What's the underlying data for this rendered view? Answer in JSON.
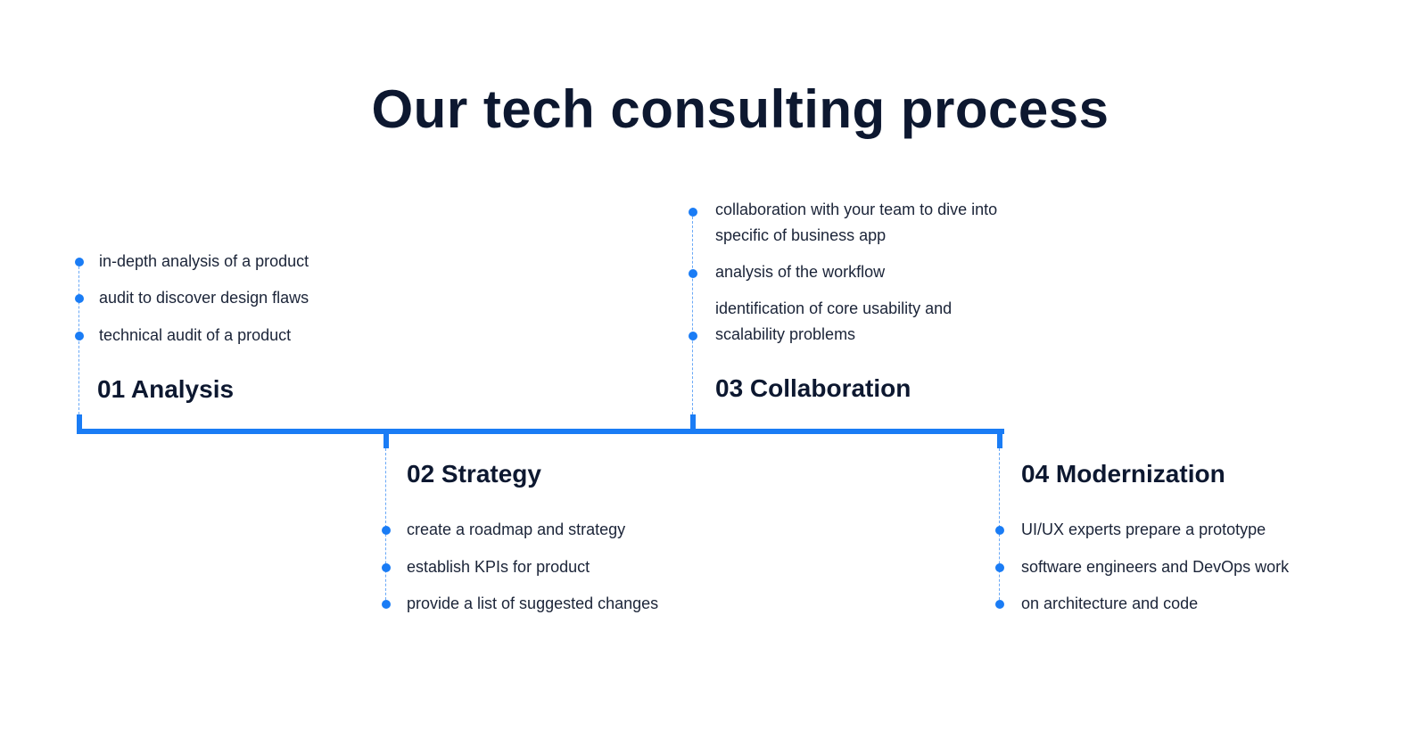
{
  "title": "Our tech consulting process",
  "colors": {
    "accent": "#1a7cf5",
    "text": "#0d1830"
  },
  "stages": [
    {
      "heading": "01 Analysis",
      "items": [
        "in-depth analysis of a product",
        "audit to discover design flaws",
        "technical audit of a product"
      ]
    },
    {
      "heading": "02 Strategy",
      "items": [
        "create a roadmap and strategy",
        "establish KPIs for product",
        "provide a list of suggested changes"
      ]
    },
    {
      "heading": "03 Collaboration",
      "items": [
        "collaboration with your team to dive into specific of business app",
        "analysis of the workflow",
        "identification of core usability and scalability problems"
      ]
    },
    {
      "heading": "04 Modernization",
      "items": [
        "UI/UX experts prepare a prototype",
        "software engineers and DevOps work",
        "on architecture and code"
      ]
    }
  ]
}
